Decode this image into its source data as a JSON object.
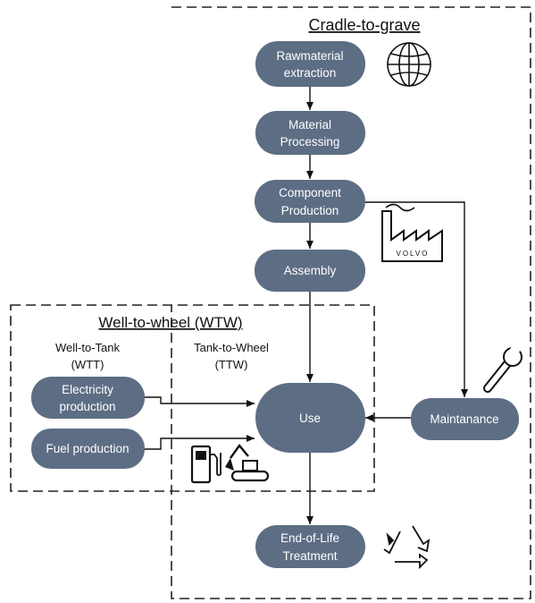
{
  "diagram": {
    "regions": {
      "cradle": {
        "title": "Cradle-to-grave"
      },
      "wtw": {
        "title": "Well-to-wheel (WTW)",
        "wtt_line1": "Well-to-Tank",
        "wtt_line2": "(WTT)",
        "ttw_line1": "Tank-to-Wheel",
        "ttw_line2": "(TTW)"
      }
    },
    "nodes": {
      "raw": {
        "line1": "Rawmaterial",
        "line2": "extraction"
      },
      "matproc": {
        "line1": "Material",
        "line2": "Processing"
      },
      "comp": {
        "line1": "Component",
        "line2": "Production"
      },
      "assembly": {
        "line1": "Assembly"
      },
      "use": {
        "line1": "Use"
      },
      "maint": {
        "line1": "Maintanance"
      },
      "elec": {
        "line1": "Electricity",
        "line2": "production"
      },
      "fuel": {
        "line1": "Fuel production"
      },
      "eol": {
        "line1": "End-of-Life",
        "line2": "Treatment"
      }
    },
    "icons": {
      "factory_text": "VOLVO"
    },
    "colors": {
      "node_fill": "#5d6d84",
      "node_text": "#ffffff",
      "lines": "#111111"
    }
  }
}
